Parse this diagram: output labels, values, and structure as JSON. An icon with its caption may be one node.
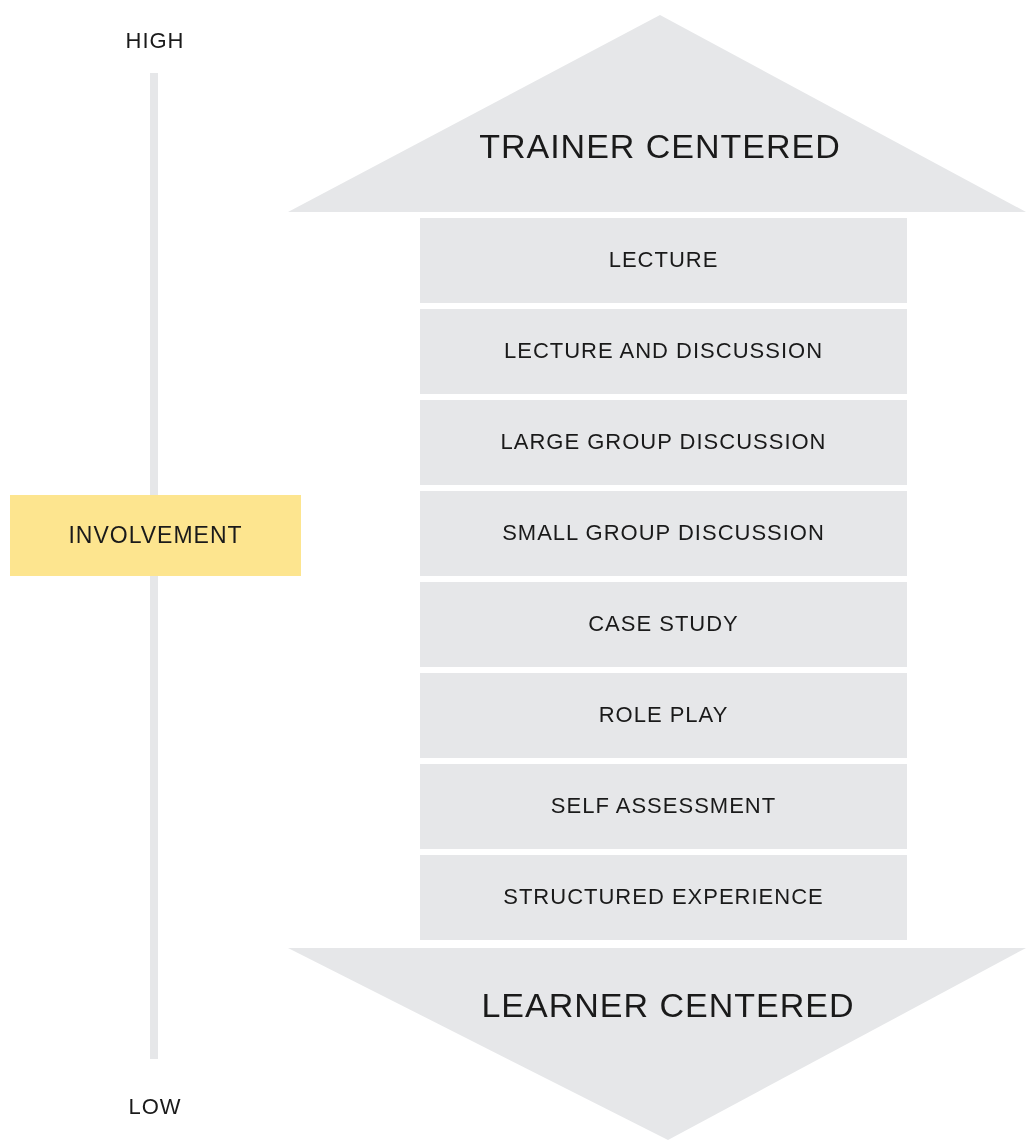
{
  "diagram": {
    "nodes": [
      {
        "text": [
          "TRAINER CENTERED"
        ]
      },
      {
        "text": [
          "LECTURE"
        ]
      },
      {
        "text": [
          "LECTURE AND DISCUSSION"
        ]
      },
      {
        "text": [
          "LARGE GROUP DISCUSSION"
        ]
      },
      {
        "text": [
          "SMALL GROUP DISCUSSION"
        ]
      },
      {
        "text": [
          "CASE STUDY"
        ]
      },
      {
        "text": [
          "ROLE PLAY"
        ]
      },
      {
        "text": [
          "SELF ASSESSMENT"
        ]
      },
      {
        "text": [
          "STRUCTURED EXPERIENCE"
        ]
      },
      {
        "text": [
          "LEARNER CENTERED"
        ]
      },
      {
        "text": [
          "INVOLVEMENT"
        ]
      }
    ],
    "labels": [
      "HIGH",
      "LOW"
    ]
  }
}
